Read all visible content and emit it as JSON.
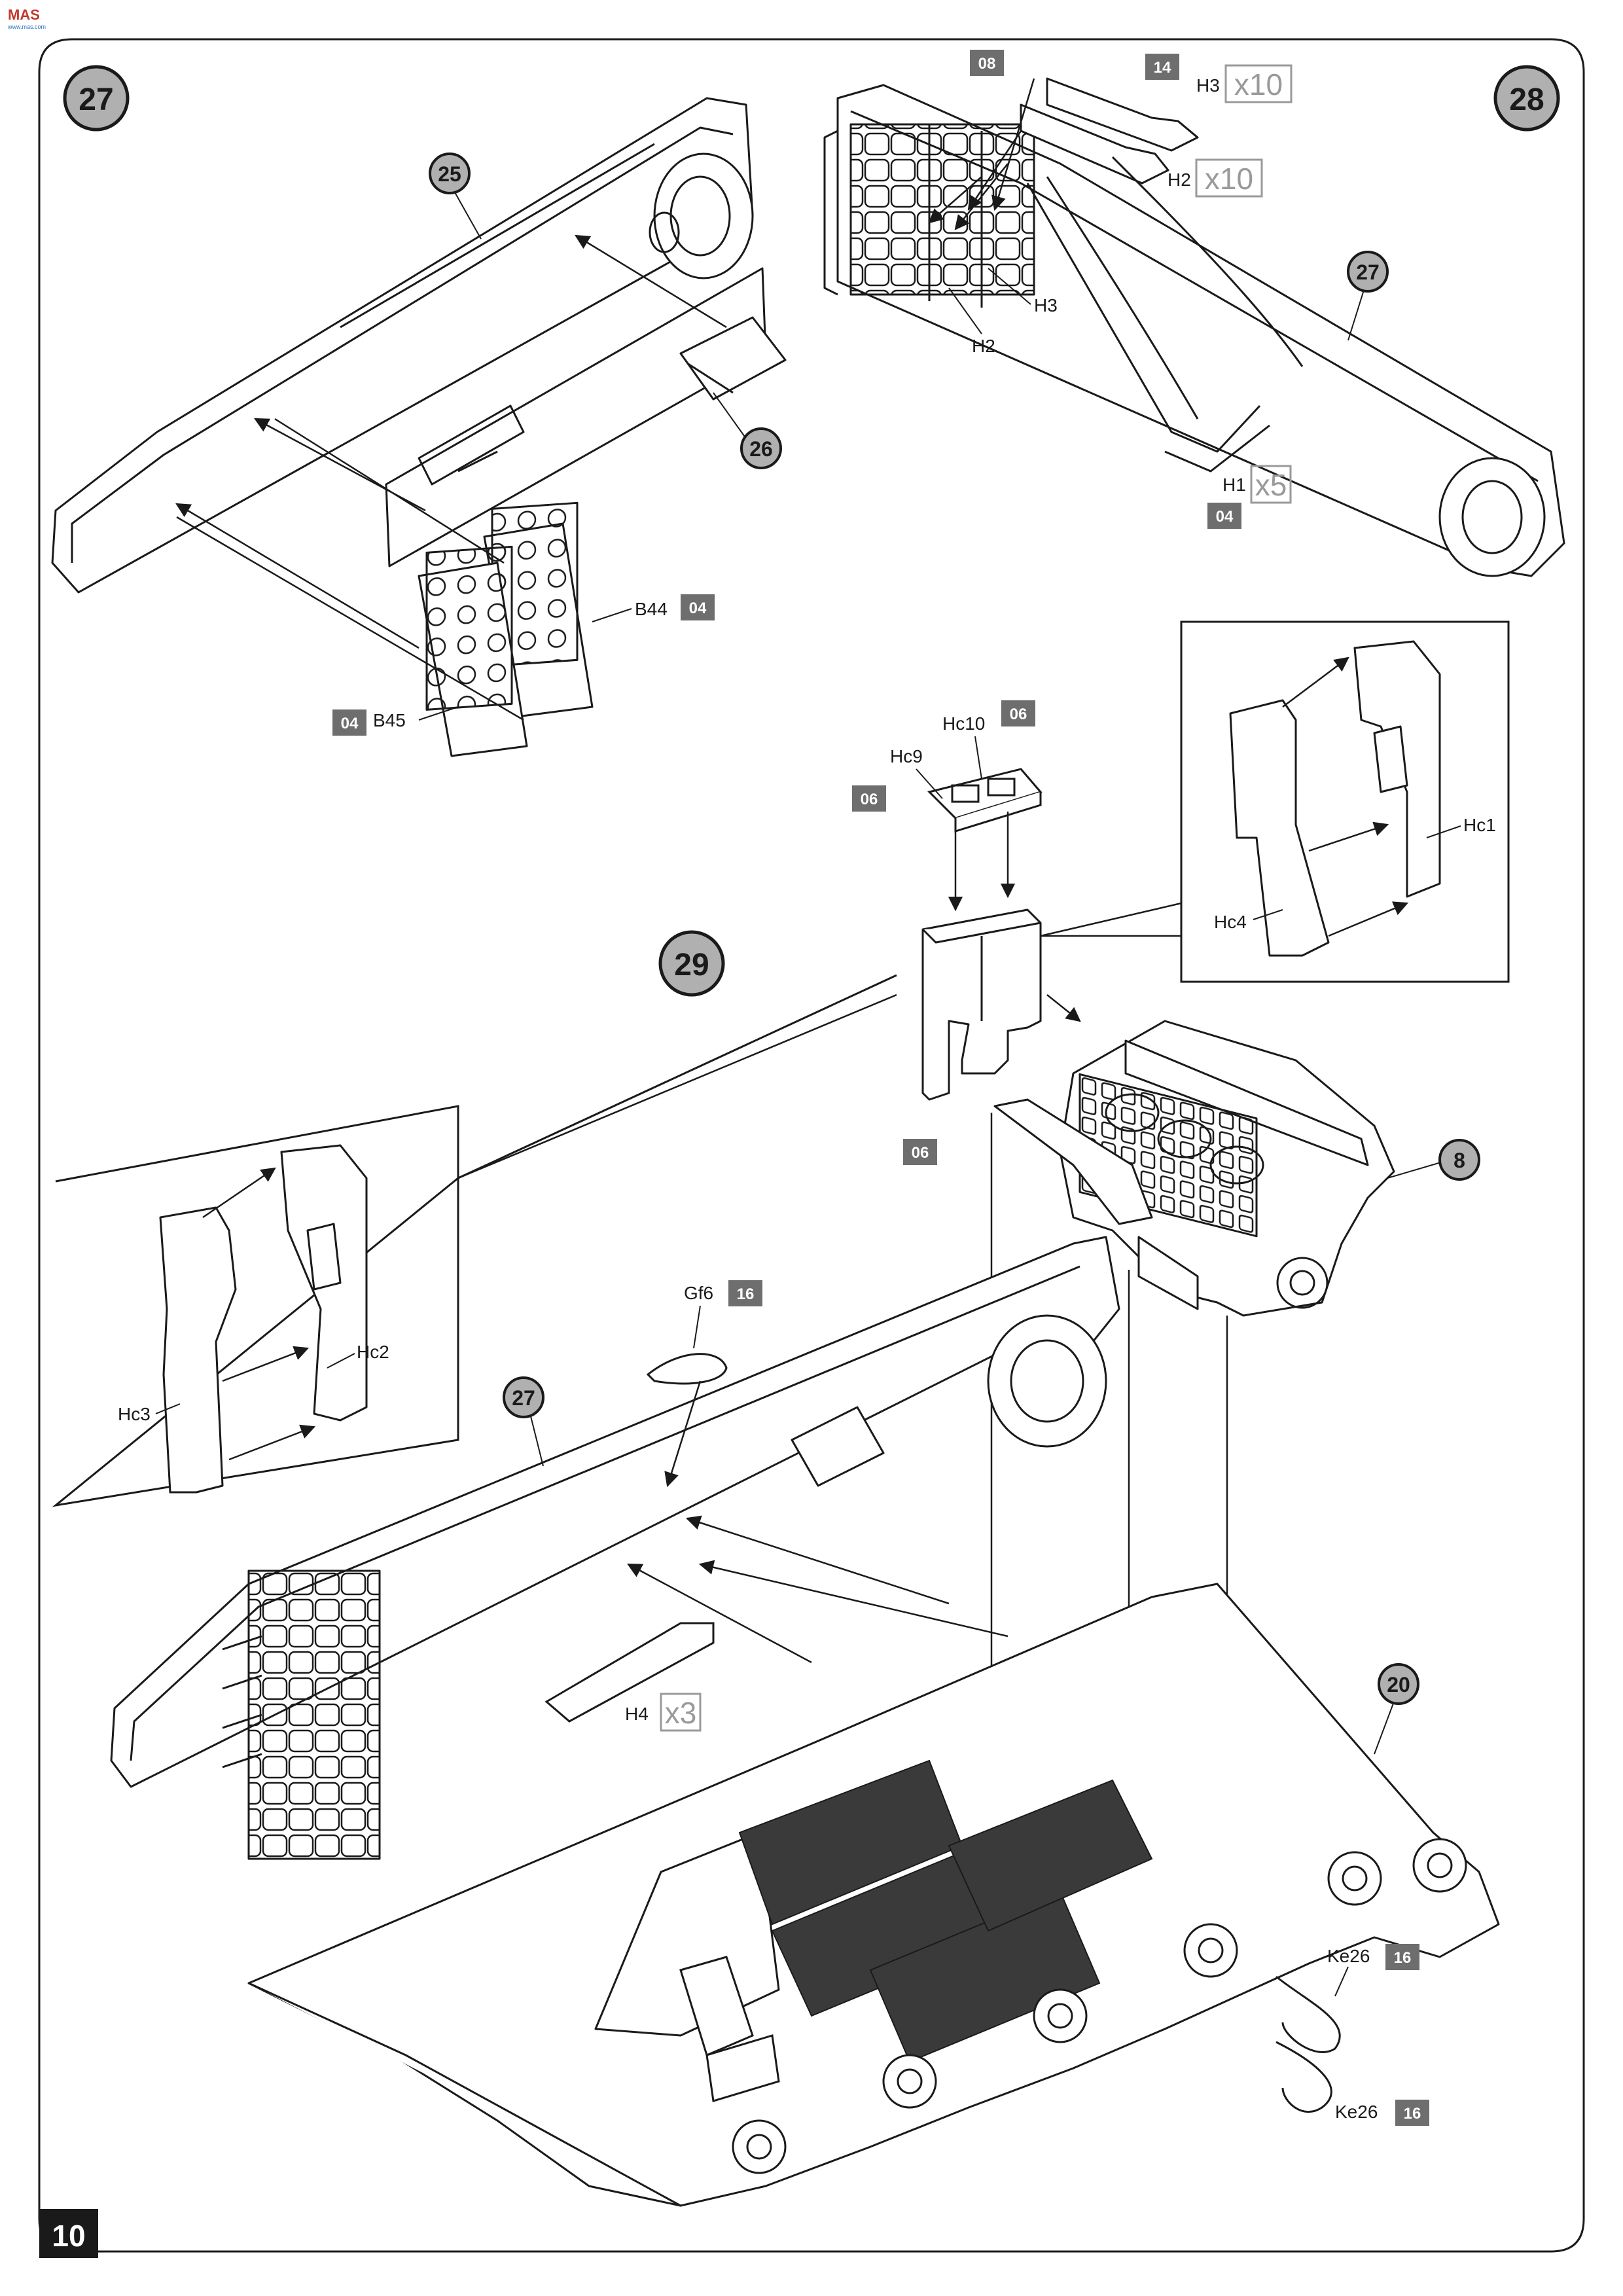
{
  "watermark": {
    "text": "MAS",
    "sub": "www.mas.com"
  },
  "page_number": "10",
  "steps": {
    "s27": "27",
    "s28": "28",
    "s29": "29"
  },
  "callouts": {
    "c25": "25",
    "c26": "26",
    "c27a": "27",
    "c27b": "27",
    "c8": "8",
    "c20": "20"
  },
  "sprues": {
    "b44": "04",
    "b45": "04",
    "h_top": "08",
    "h3_sprue": "14",
    "h1_sprue": "04",
    "hc10": "06",
    "hc9": "06",
    "hc_base": "06",
    "gf6": "16",
    "ke26a": "16",
    "ke26b": "16"
  },
  "parts": {
    "b44": "B44",
    "b45": "B45",
    "h3": "H3",
    "h2": "H2",
    "h3b": "H3",
    "h2b": "H2",
    "h1": "H1",
    "hc10": "Hc10",
    "hc9": "Hc9",
    "hc1": "Hc1",
    "hc4": "Hc4",
    "hc2": "Hc2",
    "hc3": "Hc3",
    "gf6": "Gf6",
    "h4": "H4",
    "ke26a": "Ke26",
    "ke26b": "Ke26"
  },
  "quantities": {
    "h3": "x10",
    "h2": "x10",
    "h1": "x5",
    "h4": "x3"
  },
  "colors": {
    "ink": "#1a1a1a",
    "badge_grey": "#6e6e6e",
    "circle_grey": "#b0b0b0",
    "floor_dark": "#3a3a3a",
    "qty_box": "#9a9a9a"
  }
}
